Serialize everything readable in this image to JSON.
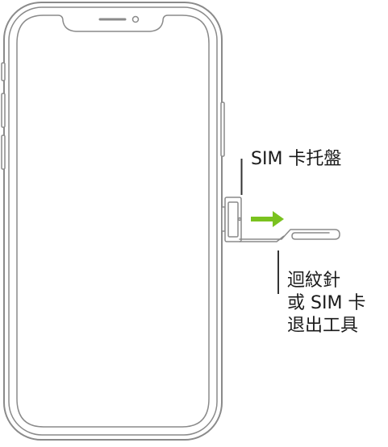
{
  "labels": {
    "sim_tray": "SIM 卡托盤",
    "eject_tool": [
      "迴紋針",
      "或 SIM 卡",
      "退出工具"
    ]
  },
  "colors": {
    "outline": "#8a8a8a",
    "leader_line": "#333333",
    "arrow": "#7ac21f",
    "background": "#ffffff"
  },
  "icons": {
    "arrow": "arrow-right-icon"
  }
}
